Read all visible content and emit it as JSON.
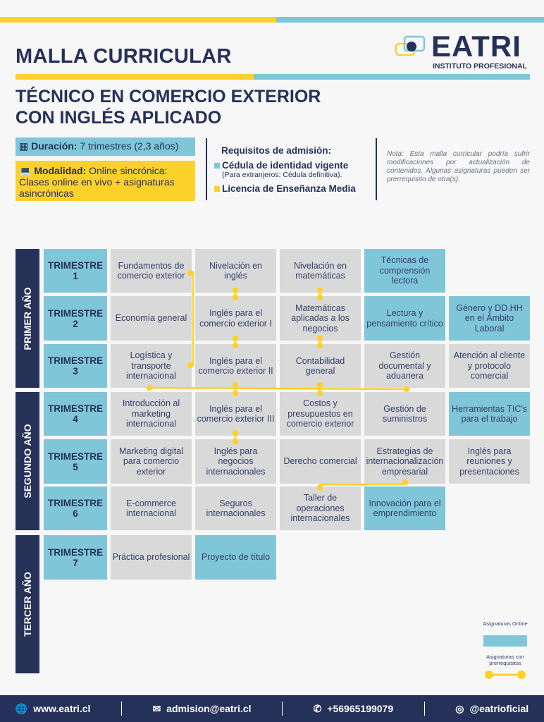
{
  "header": {
    "title": "MALLA CURRICULAR",
    "program": [
      "TÉCNICO EN COMERCIO EXTERIOR",
      "CON INGLÉS APLICADO"
    ],
    "logo_name": "EATRI",
    "logo_sub": "INSTITUTO PROFESIONAL"
  },
  "info": {
    "duration_label": "Duración:",
    "duration_value": "7 trimestres (2,3 años)",
    "mode_label": "Modalidad:",
    "mode_value": "Online sincrónica: Clases online en vivo + asignaturas asincrónicas",
    "req_title": "Requisitos de admisión:",
    "req1": "Cédula de identidad vigente",
    "req1_note": "(Para extranjeros: Cédula definitiva).",
    "req2": "Licencia de Enseñanza Media",
    "note": "Nota: Esta malla curricular podría sufrir modificaciones por actualización de contenidos. Algunas asignaturas pueden ser prerrequisito de otra(s)."
  },
  "years": [
    "PRIMER AÑO",
    "SEGUNDO AÑO",
    "TERCER AÑO"
  ],
  "trimester_label": "TRIMESTRE",
  "rows": [
    {
      "n": "1",
      "courses": [
        {
          "t": "Fundamentos de comercio exterior"
        },
        {
          "t": "Nivelación en inglés"
        },
        {
          "t": "Nivelación en matemáticas"
        },
        {
          "t": "Técnicas de comprensión lectora",
          "online": true
        }
      ]
    },
    {
      "n": "2",
      "courses": [
        {
          "t": "Economía general"
        },
        {
          "t": "Inglés para el comercio exterior I"
        },
        {
          "t": "Matemáticas aplicadas a los negocios"
        },
        {
          "t": "Lectura y pensamiento crítico",
          "online": true
        },
        {
          "t": "Género y DD.HH en el Ámbito Laboral",
          "online": true
        }
      ]
    },
    {
      "n": "3",
      "courses": [
        {
          "t": "Logística y transporte internacional"
        },
        {
          "t": "Inglés para el comercio exterior II"
        },
        {
          "t": "Contabilidad general"
        },
        {
          "t": "Gestión documental y aduanera"
        },
        {
          "t": "Atención al cliente y protocolo comercial"
        }
      ]
    },
    {
      "n": "4",
      "courses": [
        {
          "t": "Introducción al marketing internacional"
        },
        {
          "t": "Inglés para el comercio exterior III"
        },
        {
          "t": "Costos y presupuestos en comercio exterior"
        },
        {
          "t": "Gestión de suministros"
        },
        {
          "t": "Herramientas TIC's para el trabajo",
          "online": true
        }
      ]
    },
    {
      "n": "5",
      "courses": [
        {
          "t": "Marketing digital para comercio exterior"
        },
        {
          "t": "Inglés para negocios internacionales"
        },
        {
          "t": "Derecho comercial"
        },
        {
          "t": "Estrategias de internacionalización empresarial"
        },
        {
          "t": "Inglés para reuniones y presentaciones"
        }
      ]
    },
    {
      "n": "6",
      "courses": [
        {
          "t": "E-commerce internacional"
        },
        {
          "t": "Seguros internacionales"
        },
        {
          "t": "Taller de operaciones internacionales"
        },
        {
          "t": "Innovación para el emprendimiento",
          "online": true
        }
      ]
    },
    {
      "n": "7",
      "courses": [
        {
          "t": "Práctica profesional"
        },
        {
          "t": "Proyecto de título",
          "online": true
        }
      ]
    }
  ],
  "legend": {
    "online": "Asignaturas Online",
    "prereq": "Asignaturas con prerrequisitos"
  },
  "footer": {
    "web": "www.eatri.cl",
    "email": "admision@eatri.cl",
    "phone": "+56965199079",
    "social": "@eatrioficial"
  },
  "colors": {
    "navy": "#263159",
    "blue": "#7fc6d9",
    "yellow": "#fcd12a",
    "gray": "#d9d9d9"
  }
}
